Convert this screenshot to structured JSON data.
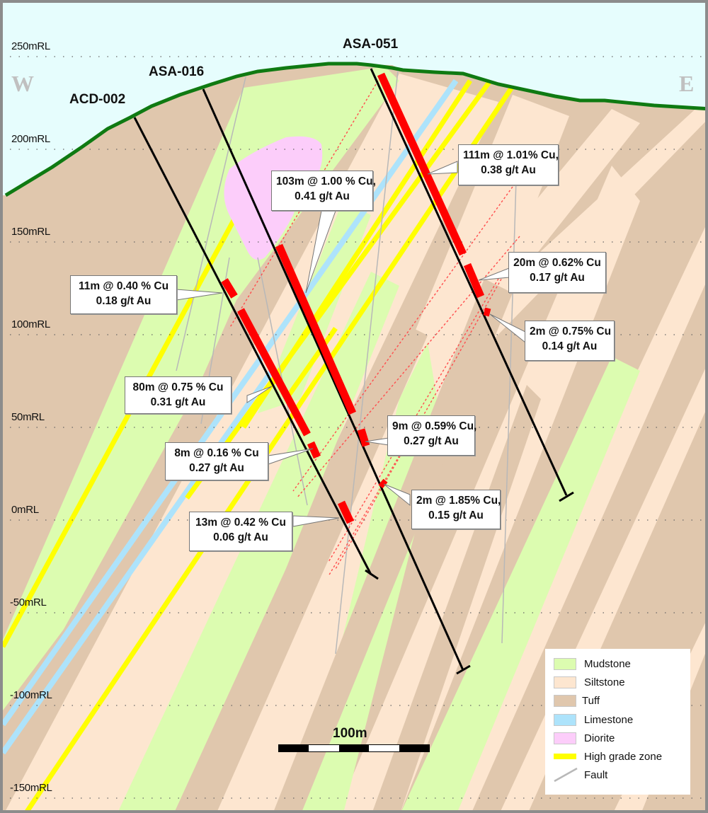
{
  "diagram": {
    "type": "geological cross-section",
    "compass": {
      "west": "W",
      "east": "E"
    },
    "elevation_labels": [
      "250mRL",
      "200mRL",
      "150mRL",
      "100mRL",
      "50mRL",
      "0mRL",
      "-50mRL",
      "-100mRL",
      "-150mRL"
    ],
    "drill_holes": [
      {
        "id": "ACD-002",
        "label": "ACD-002"
      },
      {
        "id": "ASA-016",
        "label": "ASA-016"
      },
      {
        "id": "ASA-051",
        "label": "ASA-051"
      }
    ],
    "intercepts": [
      {
        "hole": "ASA-016",
        "line1": "103m @ 1.00 % Cu,",
        "line2": "0.41 g/t Au"
      },
      {
        "hole": "ASA-051",
        "line1": "111m @ 1.01% Cu,",
        "line2": "0.38 g/t Au"
      },
      {
        "hole": "ACD-002",
        "line1": "11m @ 0.40 % Cu",
        "line2": "0.18 g/t Au"
      },
      {
        "hole": "ASA-051",
        "line1": "20m @ 0.62% Cu",
        "line2": "0.17 g/t Au"
      },
      {
        "hole": "ASA-051",
        "line1": "2m @ 0.75% Cu",
        "line2": "0.14 g/t Au"
      },
      {
        "hole": "ACD-002",
        "line1": "80m @ 0.75 % Cu",
        "line2": "0.31 g/t Au"
      },
      {
        "hole": "ASA-016",
        "line1": "9m @ 0.59% Cu,",
        "line2": "0.27 g/t Au"
      },
      {
        "hole": "ACD-002",
        "line1": "8m @ 0.16 % Cu",
        "line2": "0.27 g/t Au"
      },
      {
        "hole": "ASA-016",
        "line1": "2m @ 1.85% Cu,",
        "line2": "0.15 g/t Au"
      },
      {
        "hole": "ACD-002",
        "line1": "13m @ 0.42 % Cu",
        "line2": "0.06 g/t Au"
      }
    ],
    "scale_bar": {
      "label": "100m"
    },
    "legend": [
      {
        "label": "Mudstone",
        "color": "#dcfcb0"
      },
      {
        "label": "Siltstone",
        "color": "#fde6d0"
      },
      {
        "label": "Tuff",
        "color": "#e0c7ad"
      },
      {
        "label": "Limestone",
        "color": "#ade3fb"
      },
      {
        "label": "Diorite",
        "color": "#fccdfa"
      },
      {
        "label": "High grade zone",
        "color": "#ffff00"
      },
      {
        "label": "Fault",
        "color": "#b8b8b8"
      }
    ],
    "colors": {
      "sky": "#e6fdfd",
      "topography": "#0f7a12",
      "intercept": "#ff0000",
      "drill_trace": "#000000"
    }
  }
}
